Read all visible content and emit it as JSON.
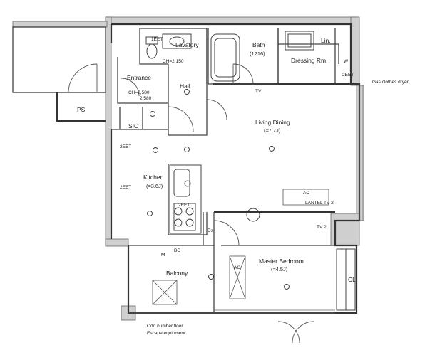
{
  "rooms": {
    "lavatory": "Lavatory",
    "bath": "Bath",
    "bath_size": "(1216)",
    "dressing": "Dressing Rm.",
    "lin": "Lin.",
    "entrance": "Entrance",
    "hall": "Hall",
    "ps": "PS",
    "sic": "SIC",
    "living": "Living Dining",
    "living_size": "(≈7.7J)",
    "kitchen": "Kitchen",
    "kitchen_size": "(≈3.6J)",
    "master": "Master Bedroom",
    "master_size": "(≈4.5J)",
    "balcony": "Balcony",
    "cl": "CL"
  },
  "labels": {
    "ch_lav": "CH=2,150",
    "ch_entrance": "CH=2,580",
    "ch_entrance_2": "2,580",
    "gas_dryer": "Gas clothes dryer",
    "w": "W",
    "two_eet_dressing": "2EET",
    "two_eet_kitchen_1": "2EET",
    "two_eet_kitchen_2": "2EET",
    "two_eet_stove": "2EET",
    "one_eet": "1EET",
    "ac_living": "AC",
    "ac_master": "AC",
    "lan_tv": "LANTEL TV 2",
    "tv_2": "TV 2",
    "tv_bath": "TV",
    "bo": "BO",
    "m": "M",
    "ds": "Ds",
    "odd_floor": "Odd number floor",
    "escape": "Escape equipment"
  }
}
